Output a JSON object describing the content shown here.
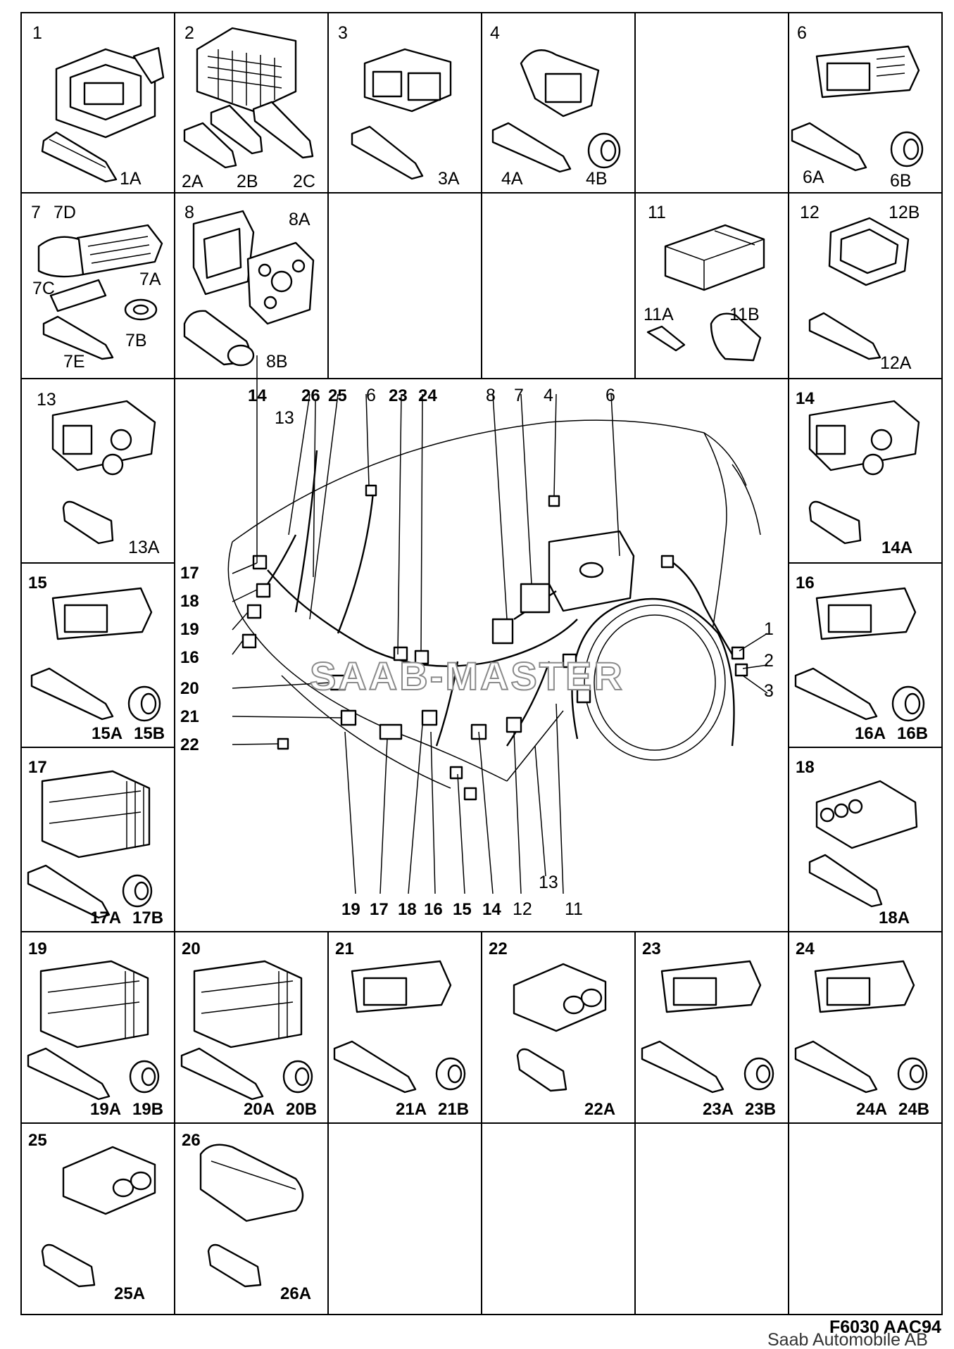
{
  "cells": [
    {
      "id": "1",
      "labels": [
        "1",
        "1A"
      ]
    },
    {
      "id": "2",
      "labels": [
        "2",
        "2A",
        "2B",
        "2C"
      ]
    },
    {
      "id": "3",
      "labels": [
        "3",
        "3A"
      ]
    },
    {
      "id": "4",
      "labels": [
        "4",
        "4A",
        "4B"
      ]
    },
    {
      "id": "5",
      "labels": []
    },
    {
      "id": "6",
      "labels": [
        "6",
        "6A",
        "6B"
      ]
    },
    {
      "id": "7",
      "labels": [
        "7",
        "7D",
        "7A",
        "7C",
        "7B",
        "7E"
      ]
    },
    {
      "id": "8",
      "labels": [
        "8",
        "8A",
        "8B"
      ]
    },
    {
      "id": "9",
      "labels": []
    },
    {
      "id": "10",
      "labels": []
    },
    {
      "id": "11",
      "labels": [
        "11",
        "11A",
        "11B"
      ]
    },
    {
      "id": "12",
      "labels": [
        "12",
        "12B",
        "12A"
      ]
    },
    {
      "id": "13",
      "labels": [
        "13",
        "13A"
      ]
    },
    {
      "id": "14",
      "labels": [
        "14",
        "14A"
      ]
    },
    {
      "id": "15",
      "labels": [
        "15",
        "15A",
        "15B"
      ]
    },
    {
      "id": "16",
      "labels": [
        "16",
        "16A",
        "16B"
      ]
    },
    {
      "id": "17",
      "labels": [
        "17",
        "17A",
        "17B"
      ]
    },
    {
      "id": "18",
      "labels": [
        "18",
        "18A"
      ]
    },
    {
      "id": "19",
      "labels": [
        "19",
        "19A",
        "19B"
      ]
    },
    {
      "id": "20",
      "labels": [
        "20",
        "20A",
        "20B"
      ]
    },
    {
      "id": "21",
      "labels": [
        "21",
        "21A",
        "21B"
      ]
    },
    {
      "id": "22",
      "labels": [
        "22",
        "22A"
      ]
    },
    {
      "id": "23",
      "labels": [
        "23",
        "23A",
        "23B"
      ]
    },
    {
      "id": "24",
      "labels": [
        "24",
        "24A",
        "24B"
      ]
    },
    {
      "id": "25",
      "labels": [
        "25",
        "25A"
      ]
    },
    {
      "id": "26",
      "labels": [
        "26",
        "26A"
      ]
    }
  ],
  "center": {
    "top_callouts": [
      "14",
      "26",
      "25",
      "6",
      "23",
      "24",
      "8",
      "7",
      "4",
      "6",
      "13"
    ],
    "left_callouts": [
      "17",
      "18",
      "19",
      "16",
      "20",
      "21",
      "22"
    ],
    "right_callouts": [
      "1",
      "2",
      "3"
    ],
    "bottom_callouts": [
      "19",
      "17",
      "18",
      "16",
      "15",
      "14",
      "12",
      "11",
      "13"
    ]
  },
  "watermark": "SAAB-MASTER",
  "footer": {
    "code": "F6030 AAC94",
    "copyright": "Saab Automobile AB"
  }
}
